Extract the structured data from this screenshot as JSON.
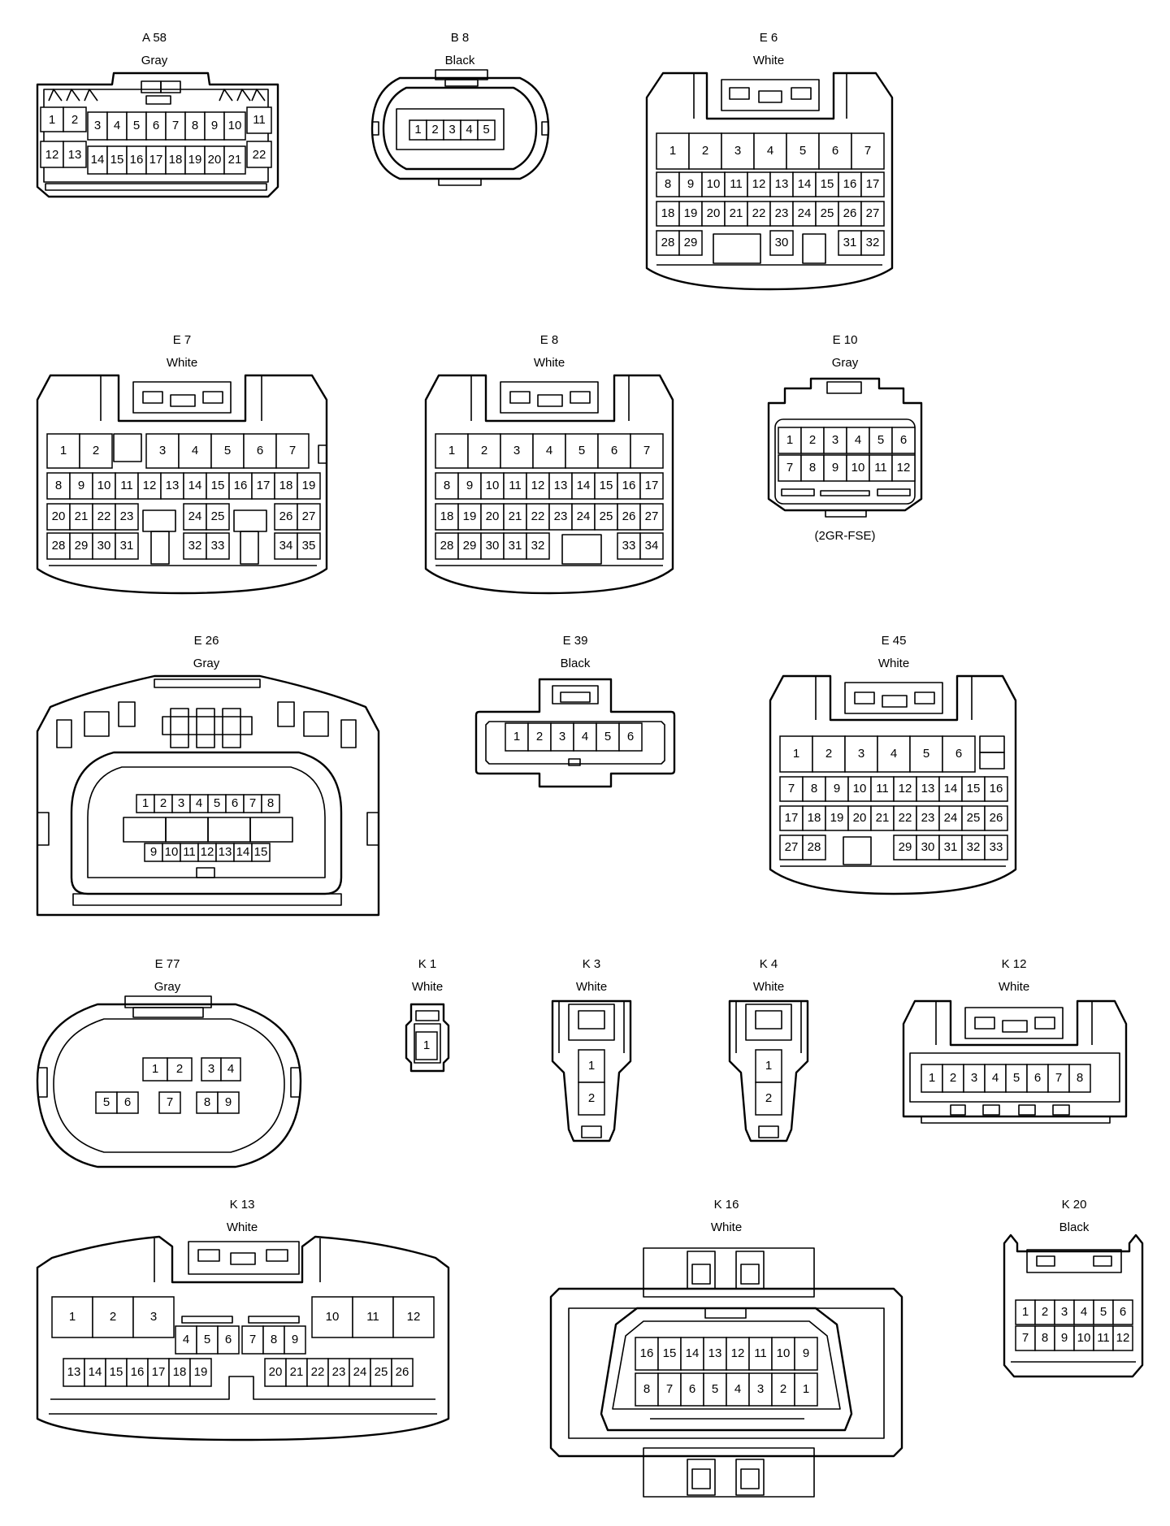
{
  "connectors": [
    {
      "id": "A 58",
      "color": "Gray",
      "note": ""
    },
    {
      "id": "B 8",
      "color": "Black",
      "note": ""
    },
    {
      "id": "E 6",
      "color": "White",
      "note": ""
    },
    {
      "id": "E 7",
      "color": "White",
      "note": ""
    },
    {
      "id": "E 8",
      "color": "White",
      "note": ""
    },
    {
      "id": "E 10",
      "color": "Gray",
      "note": "(2GR-FSE)"
    },
    {
      "id": "E 26",
      "color": "Gray",
      "note": ""
    },
    {
      "id": "E 39",
      "color": "Black",
      "note": ""
    },
    {
      "id": "E 45",
      "color": "White",
      "note": ""
    },
    {
      "id": "E 77",
      "color": "Gray",
      "note": ""
    },
    {
      "id": "K 1",
      "color": "White",
      "note": ""
    },
    {
      "id": "K 3",
      "color": "White",
      "note": ""
    },
    {
      "id": "K 4",
      "color": "White",
      "note": ""
    },
    {
      "id": "K 12",
      "color": "White",
      "note": ""
    },
    {
      "id": "K 13",
      "color": "White",
      "note": ""
    },
    {
      "id": "K 16",
      "color": "White",
      "note": ""
    },
    {
      "id": "K 20",
      "color": "Black",
      "note": ""
    }
  ]
}
